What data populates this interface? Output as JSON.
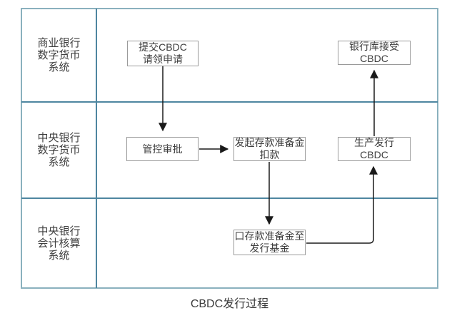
{
  "caption": "CBDC发行过程",
  "lanes": [
    {
      "id": "commercial-bank-dc-system",
      "label": "商业银行\n数字货币\n系统"
    },
    {
      "id": "central-bank-dc-system",
      "label": "中央银行\n数字货币\n系统"
    },
    {
      "id": "central-bank-accounting",
      "label": "中央银行\n会计核算\n系统"
    }
  ],
  "nodes": {
    "submit": {
      "label": "提交CBDC\n请领申请",
      "lane": "商业银行数字货币系统"
    },
    "vault": {
      "label": "银行库接受\nCBDC",
      "lane": "商业银行数字货币系统"
    },
    "approve": {
      "label": "管控审批",
      "lane": "中央银行数字货币系统"
    },
    "deduct": {
      "label": "发起存款准备金\n扣款",
      "lane": "中央银行数字货币系统"
    },
    "produce": {
      "label": "生产发行\nCBDC",
      "lane": "中央银行数字货币系统"
    },
    "transfer": {
      "label": "口存款准备金至\n发行基金",
      "lane": "中央银行会计核算系统"
    }
  },
  "edges": [
    {
      "from": "提交CBDC请领申请",
      "to": "管控审批"
    },
    {
      "from": "管控审批",
      "to": "发起存款准备金扣款"
    },
    {
      "from": "发起存款准备金扣款",
      "to": "口存款准备金至发行基金"
    },
    {
      "from": "口存款准备金至发行基金",
      "to": "生产发行CBDC"
    },
    {
      "from": "生产发行CBDC",
      "to": "银行库接受CBDC"
    }
  ],
  "colors": {
    "outer_border": "#8ab1be",
    "lane_line": "#4e86a0",
    "node_border": "#9a9a9a",
    "arrow": "#1a1a1a",
    "text": "#3d3d3d"
  }
}
